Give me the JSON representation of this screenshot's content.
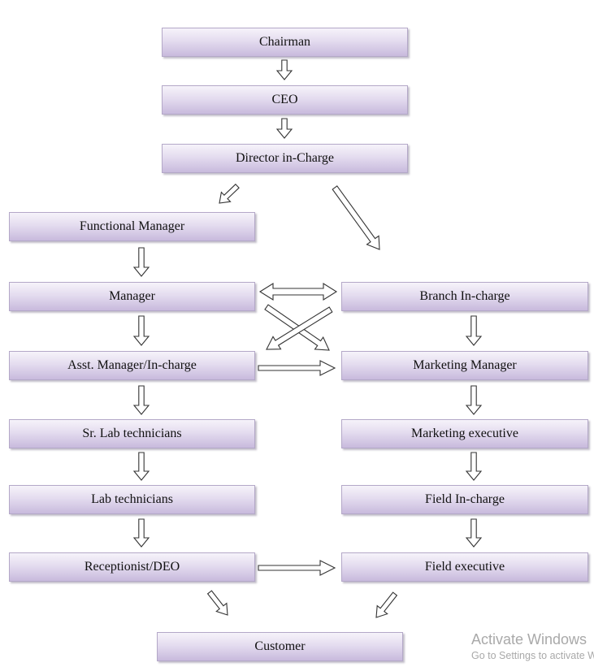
{
  "diagram": {
    "nodes": {
      "chairman": "Chairman",
      "ceo": "CEO",
      "director": "Director in-Charge",
      "functional_manager": "Functional Manager",
      "manager": "Manager",
      "asst_manager": "Asst. Manager/In-charge",
      "sr_lab": "Sr. Lab technicians",
      "lab": "Lab technicians",
      "receptionist": "Receptionist/DEO",
      "branch": "Branch In-charge",
      "marketing_manager": "Marketing Manager",
      "marketing_exec": "Marketing executive",
      "field_incharge": "Field In-charge",
      "field_exec": "Field executive",
      "customer": "Customer"
    },
    "edges": [
      {
        "from": "chairman",
        "to": "ceo"
      },
      {
        "from": "ceo",
        "to": "director"
      },
      {
        "from": "director",
        "to": "functional_manager"
      },
      {
        "from": "director",
        "to": "branch"
      },
      {
        "from": "functional_manager",
        "to": "manager"
      },
      {
        "from": "manager",
        "to": "branch",
        "bidirectional": true
      },
      {
        "from": "manager",
        "to": "marketing_manager"
      },
      {
        "from": "branch",
        "to": "asst_manager"
      },
      {
        "from": "asst_manager",
        "to": "marketing_manager"
      },
      {
        "from": "manager",
        "to": "asst_manager"
      },
      {
        "from": "asst_manager",
        "to": "sr_lab"
      },
      {
        "from": "sr_lab",
        "to": "lab"
      },
      {
        "from": "lab",
        "to": "receptionist"
      },
      {
        "from": "receptionist",
        "to": "field_exec"
      },
      {
        "from": "receptionist",
        "to": "customer"
      },
      {
        "from": "branch",
        "to": "marketing_manager"
      },
      {
        "from": "marketing_manager",
        "to": "marketing_exec"
      },
      {
        "from": "marketing_exec",
        "to": "field_incharge"
      },
      {
        "from": "field_incharge",
        "to": "field_exec"
      },
      {
        "from": "field_exec",
        "to": "customer"
      }
    ]
  },
  "watermark": {
    "line1": "Activate Windows",
    "line2": "Go to Settings to activate Windows."
  },
  "colors": {
    "box_top": "#f6f3fa",
    "box_bottom": "#c8badd",
    "box_border": "#b4a8c8",
    "arrow_stroke": "#333333",
    "watermark": "#a9a9a9"
  }
}
